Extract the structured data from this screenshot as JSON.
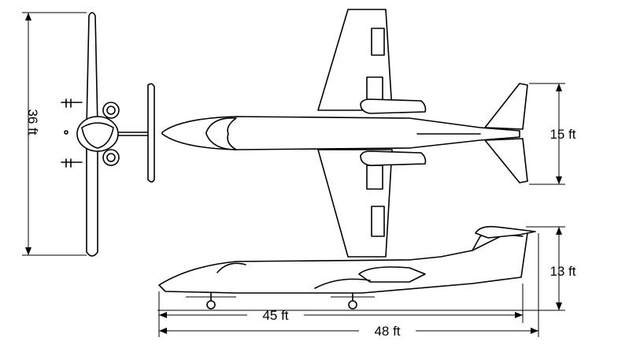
{
  "dimensions": {
    "wingspan": "36 ft",
    "tail_span": "15 ft",
    "height": "13 ft",
    "fuselage_length": "45 ft",
    "overall_length": "48 ft"
  }
}
